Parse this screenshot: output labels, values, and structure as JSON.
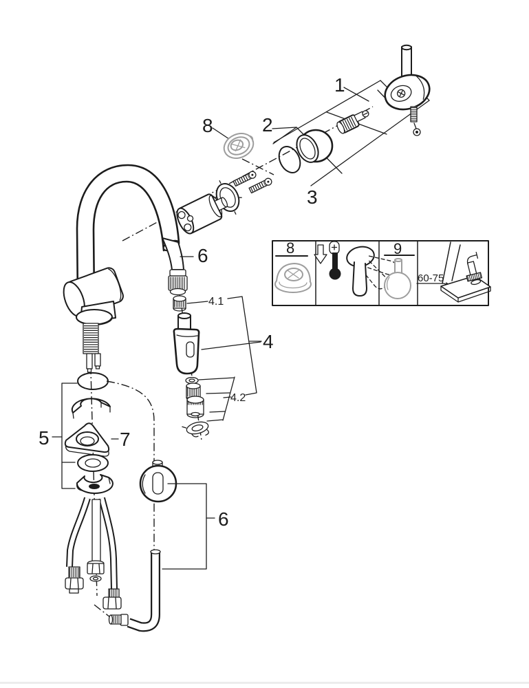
{
  "colors": {
    "line": "#1c1c1c",
    "ghost_part": "#9d9d9d",
    "background": "#ffffff",
    "page_edge_line": "#ececec"
  },
  "callouts": {
    "part1": "1",
    "part2": "2",
    "part3": "3",
    "part4": "4",
    "part4_1": "4.1",
    "part4_2": "4.2",
    "part5": "5",
    "part6_spout_hose": "6",
    "part6_hose_weight": "6",
    "part7": "7",
    "part8": "8"
  },
  "inset_panel": {
    "tool_cell_label": "8",
    "knob_cell_label": "9",
    "mounting_dimension": "60-75"
  }
}
